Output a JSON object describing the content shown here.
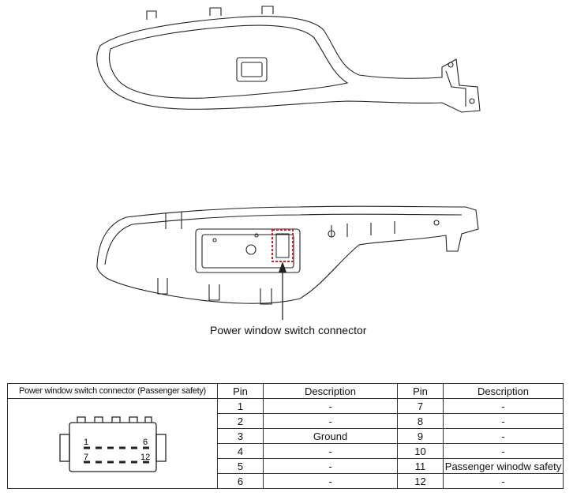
{
  "callout_label": "Power window switch connector",
  "table": {
    "headers": [
      "Power window switch connector (Passenger safety)",
      "Pin",
      "Description",
      "Pin",
      "Description"
    ],
    "rows": [
      {
        "pin_a": "1",
        "desc_a": "-",
        "pin_b": "7",
        "desc_b": "-"
      },
      {
        "pin_a": "2",
        "desc_a": "-",
        "pin_b": "8",
        "desc_b": "-"
      },
      {
        "pin_a": "3",
        "desc_a": "Ground",
        "pin_b": "9",
        "desc_b": "-"
      },
      {
        "pin_a": "4",
        "desc_a": "-",
        "pin_b": "10",
        "desc_b": "-"
      },
      {
        "pin_a": "5",
        "desc_a": "-",
        "pin_b": "11",
        "desc_b": "Passenger winodw safety"
      },
      {
        "pin_a": "6",
        "desc_a": "-",
        "pin_b": "12",
        "desc_b": "-"
      }
    ]
  },
  "connector_face": {
    "top_left": "1",
    "top_right": "6",
    "bottom_left": "7",
    "bottom_right": "12"
  },
  "colors": {
    "highlight": "#d02020",
    "line": "#222222"
  }
}
